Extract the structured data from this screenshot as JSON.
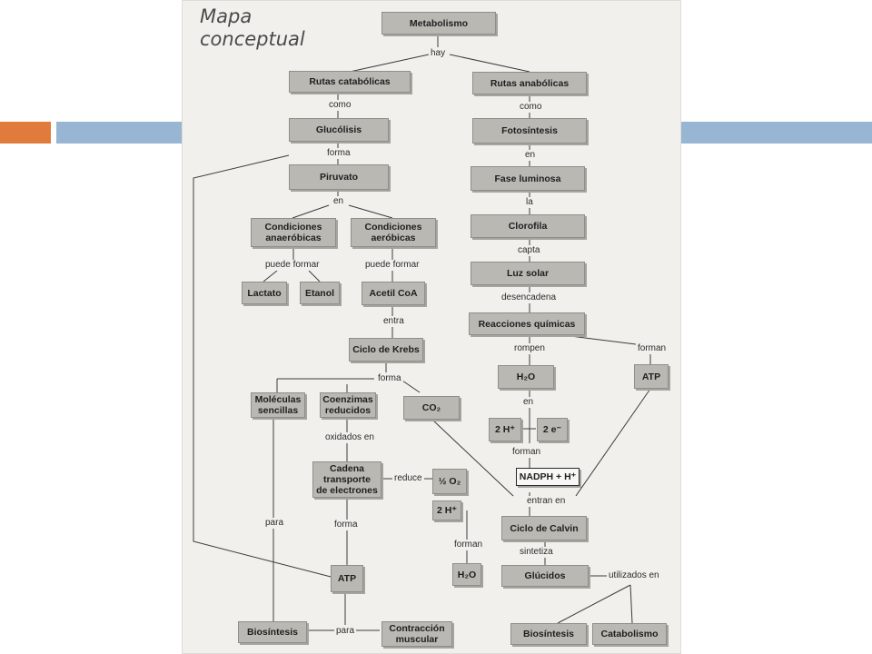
{
  "title_line1": "Mapa",
  "title_line2": "conceptual",
  "nodes": {
    "metabolismo": "Metabolismo",
    "rutas_catabolicas": "Rutas catabólicas",
    "rutas_anabolicas": "Rutas anabólicas",
    "glucolisis": "Glucólisis",
    "fotosintesis": "Fotosíntesis",
    "piruvato": "Piruvato",
    "fase_luminosa": "Fase luminosa",
    "cond_anaerobicas": "Condiciones\nanaeróbicas",
    "cond_aerobicas": "Condiciones\naeróbicas",
    "clorofila": "Clorofila",
    "lactato": "Lactato",
    "etanol": "Etanol",
    "acetil_coa": "Acetil CoA",
    "luz_solar": "Luz solar",
    "reacciones_quimicas": "Reacciones químicas",
    "ciclo_krebs": "Ciclo de Krebs",
    "h2o_top": "H₂O",
    "atp_right": "ATP",
    "moleculas_sencillas": "Moléculas\nsencillas",
    "coenzimas_reducidos": "Coenzimas\nreducidos",
    "co2": "CO₂",
    "h_plus_top": "2 H⁺",
    "e_minus": "2 e⁻",
    "nadph": "NADPH + H⁺",
    "cadena_transporte": "Cadena\ntransporte\nde electrones",
    "half_o2": "½ O₂",
    "h_plus_mid": "2 H⁺",
    "ciclo_calvin": "Ciclo de Calvin",
    "h2o_bottom": "H₂O",
    "atp_bottom": "ATP",
    "glucidos": "Glúcidos",
    "biosintesis_left": "Biosíntesis",
    "contraccion": "Contracción\nmuscular",
    "biosintesis_right": "Biosíntesis",
    "catabolismo": "Catabolismo"
  },
  "labels": {
    "hay": "hay",
    "como_left": "como",
    "como_right": "como",
    "forma_glucolisis": "forma",
    "en_fotosintesis": "en",
    "en_piruvato": "en",
    "la": "la",
    "capta": "capta",
    "puede_formar_left": "puede formar",
    "puede_formar_right": "puede formar",
    "desencadena": "desencadena",
    "entra": "entra",
    "rompen": "rompen",
    "forman_atp": "forman",
    "forma_krebs": "forma",
    "en_h2o": "en",
    "oxidados_en": "oxidados en",
    "forman_nadph": "forman",
    "reduce": "reduce",
    "entran_en": "entran en",
    "para_left": "para",
    "forma_cadena": "forma",
    "sintetiza": "sintetiza",
    "forman_h2o": "forman",
    "utilizados_en": "utilizados en",
    "para_bottom": "para"
  },
  "colors": {
    "accent_orange": "#e07b3c",
    "accent_blue": "#98b6d3",
    "node_fill": "#b9b8b3"
  }
}
